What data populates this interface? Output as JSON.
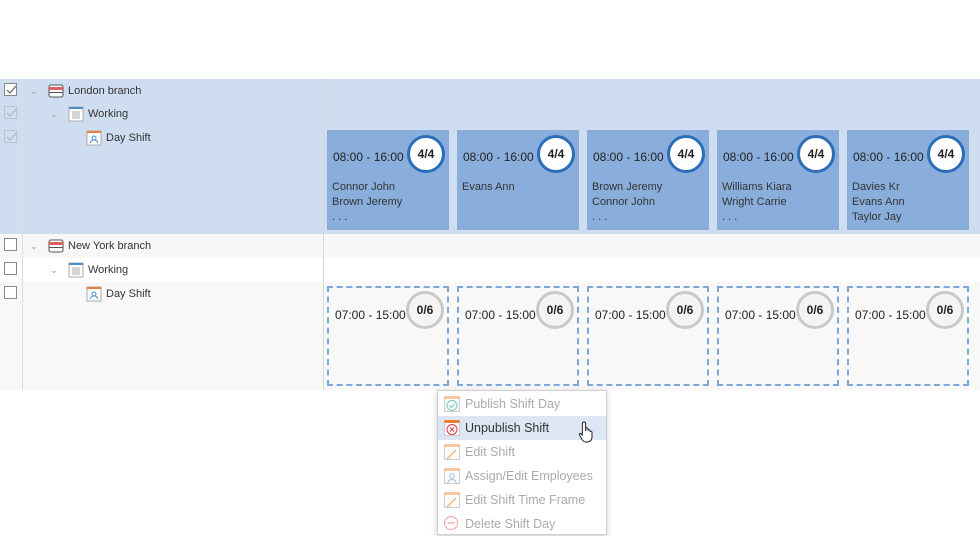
{
  "tree": [
    {
      "label": "London branch",
      "type": "branch",
      "checked": true
    },
    {
      "label": "Working",
      "type": "group",
      "checked": true
    },
    {
      "label": "Day Shift",
      "type": "shift",
      "checked": true
    },
    {
      "label": "New York branch",
      "type": "branch",
      "checked": false
    },
    {
      "label": "Working",
      "type": "group",
      "checked": false
    },
    {
      "label": "Day Shift",
      "type": "shift",
      "checked": false
    }
  ],
  "london_shifts": [
    {
      "time": "08:00 - 16:00",
      "count": "4/4",
      "names": [
        "Connor John",
        "Brown Jeremy",
        "..."
      ]
    },
    {
      "time": "08:00 - 16:00",
      "count": "4/4",
      "names": [
        "Evans Ann"
      ]
    },
    {
      "time": "08:00 - 16:00",
      "count": "4/4",
      "names": [
        "Brown Jeremy",
        "Connor John",
        "..."
      ]
    },
    {
      "time": "08:00 - 16:00",
      "count": "4/4",
      "names": [
        "Williams Kiara",
        "Wright Carrie",
        "..."
      ]
    },
    {
      "time": "08:00 - 16:00",
      "count": "4/4",
      "names": [
        "Davies Kr",
        "Evans Ann",
        "Taylor Jay"
      ]
    }
  ],
  "newyork_shifts": [
    {
      "time": "07:00 - 15:00",
      "count": "0/6"
    },
    {
      "time": "07:00 - 15:00",
      "count": "0/6"
    },
    {
      "time": "07:00 - 15:00",
      "count": "0/6"
    },
    {
      "time": "07:00 - 15:00",
      "count": "0/6"
    },
    {
      "time": "07:00 - 15:00",
      "count": "0/6"
    }
  ],
  "context_menu": [
    {
      "label": "Publish Shift Day",
      "icon": "check-circle-icon",
      "enabled": false
    },
    {
      "label": "Unpublish Shift",
      "icon": "x-circle-icon",
      "enabled": true,
      "hovered": true
    },
    {
      "label": "Edit Shift",
      "icon": "pencil-icon",
      "enabled": false
    },
    {
      "label": "Assign/Edit Employees",
      "icon": "person-icon",
      "enabled": false
    },
    {
      "label": "Edit Shift Time Frame",
      "icon": "pencil-icon",
      "enabled": false
    },
    {
      "label": "Delete Shift Day",
      "icon": "minus-circle-icon",
      "enabled": false
    }
  ],
  "colors": {
    "published_card": "#8aaedb",
    "selected_row": "#cfddf0",
    "count_ring": "#2a6db8",
    "dashed_border": "#7ea6d8"
  }
}
